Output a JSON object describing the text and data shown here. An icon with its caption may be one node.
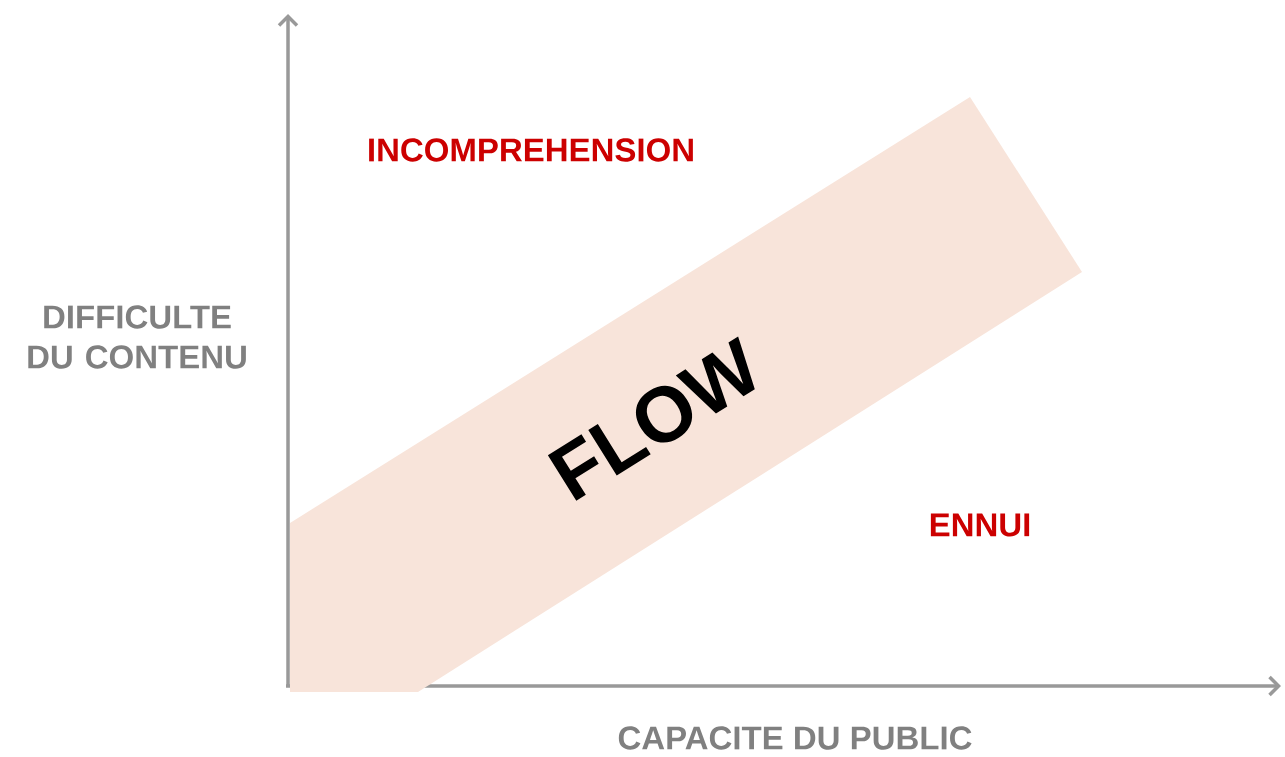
{
  "diagram": {
    "nodes": [
      {
        "text": [
          "FLOW"
        ]
      }
    ],
    "labels": [
      "INCOMPREHENSION",
      "DIFFICULTE DU CONTENU",
      "ENNUI",
      "CAPACITE DU PUBLIC"
    ]
  }
}
